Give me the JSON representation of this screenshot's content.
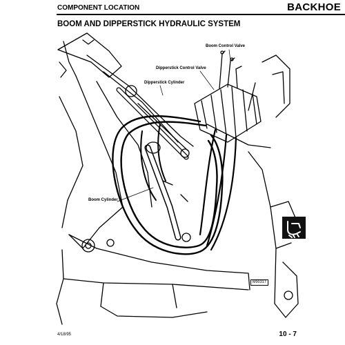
{
  "header": {
    "section": "COMPONENT LOCATION",
    "chapter": "BACKHOE"
  },
  "title": "BOOM AND DIPPERSTICK HYDRAULIC SYSTEM",
  "callouts": {
    "boom_control_valve": "Boom Control Valve",
    "dipperstick_control_valve": "Dipperstick Control Valve",
    "dipperstick_cylinder": "Dipperstick Cylinder",
    "boom_cylinder": "Boom Cylinder"
  },
  "figure_ref": "M90317",
  "footer": {
    "date": "4/18/95",
    "page": "10 - 7"
  },
  "icons": {
    "section_tab": "backhoe-bucket-icon"
  }
}
